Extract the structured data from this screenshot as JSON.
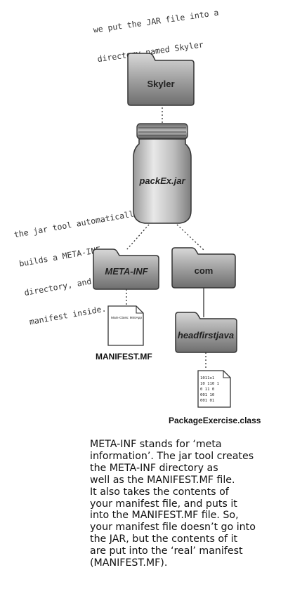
{
  "annotations": {
    "top_note": [
      "we put the JAR file into a",
      "directory named Skyler"
    ],
    "side_note": [
      "the jar tool automatically",
      "builds a META-INF",
      "directory, and puts the",
      "manifest inside."
    ]
  },
  "folders": {
    "skyler": "Skyler",
    "meta_inf": "META-INF",
    "com": "com",
    "headfirstjava": "headfirstjava"
  },
  "jar": {
    "label": "packEx.jar"
  },
  "files": {
    "manifest": {
      "label": "MANIFEST.MF",
      "content": "Main-Class: MiniApp"
    },
    "class_file": {
      "label": "PackageExercise.class",
      "content": [
        "1011o1",
        "10 110 1",
        "0 11 0",
        "001 10",
        "001 01"
      ]
    }
  },
  "description": {
    "lines": [
      "META-INF stands for ‘meta",
      "information’. The jar tool creates",
      "the META-INF directory as",
      "well as the MANIFEST.MF file.",
      "It also takes the contents of",
      "your manifest file, and puts it",
      "into the MANIFEST.MF file. So,",
      "your manifest file doesn’t go into",
      "the JAR, but the contents of it",
      "are put into the ‘real’ manifest",
      "(MANIFEST.MF)."
    ]
  }
}
